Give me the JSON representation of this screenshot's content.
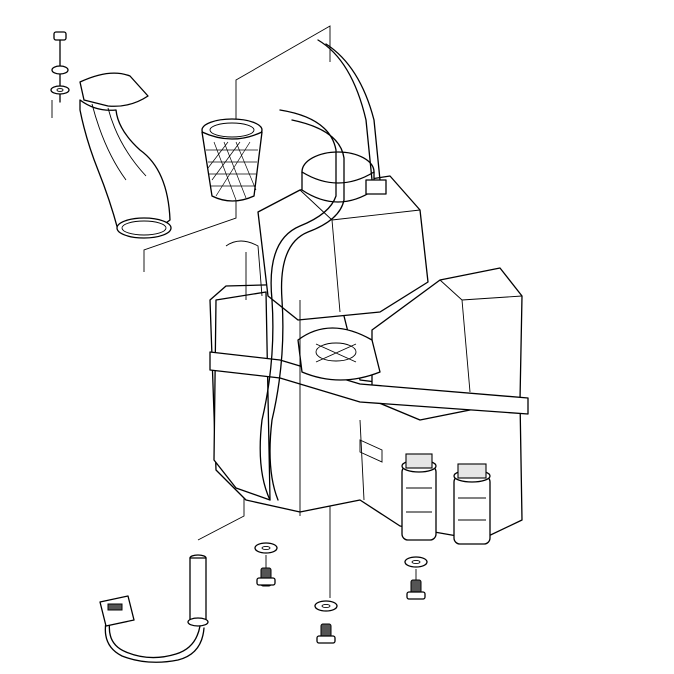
{
  "diagram": {
    "type": "exploded-parts-diagram",
    "colors": {
      "stroke": "#000000",
      "background": "#ffffff",
      "shade": "#e6e6e6"
    },
    "parts": [
      "screw-washer-stack",
      "filler-neck",
      "strainer-filter",
      "reservoir-tank",
      "level-sensor",
      "wiring-connector",
      "washer-pump-left",
      "washer-pump-right",
      "hoses",
      "bolt-left",
      "bolt-center",
      "bolt-right"
    ]
  }
}
